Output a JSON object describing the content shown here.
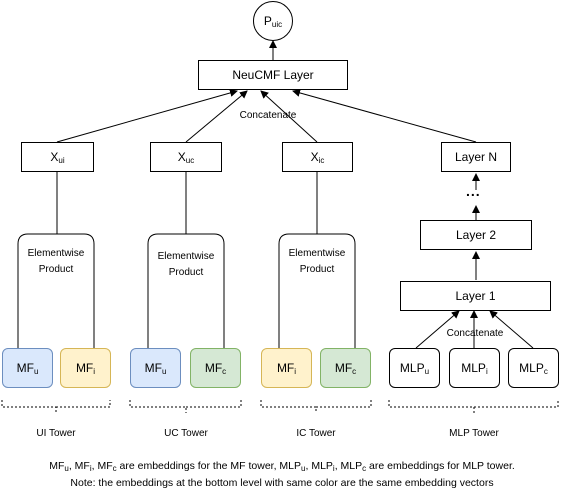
{
  "nodes": {
    "output": {
      "base": "P",
      "sub": "uic"
    },
    "neucmf_layer": {
      "label": "NeuCMF Layer"
    },
    "x_ui": {
      "base": "X",
      "sub": "ui"
    },
    "x_uc": {
      "base": "X",
      "sub": "uc"
    },
    "x_ic": {
      "base": "X",
      "sub": "ic"
    },
    "layer_n": {
      "label": "Layer N"
    },
    "layer_2": {
      "label": "Layer 2"
    },
    "layer_1": {
      "label": "Layer 1"
    },
    "mf_u_ui": {
      "base": "MF",
      "sub": "u"
    },
    "mf_i_ui": {
      "base": "MF",
      "sub": "i"
    },
    "mf_u_uc": {
      "base": "MF",
      "sub": "u"
    },
    "mf_c_uc": {
      "base": "MF",
      "sub": "c"
    },
    "mf_i_ic": {
      "base": "MF",
      "sub": "i"
    },
    "mf_c_ic": {
      "base": "MF",
      "sub": "c"
    },
    "mlp_u": {
      "base": "MLP",
      "sub": "u"
    },
    "mlp_i": {
      "base": "MLP",
      "sub": "i"
    },
    "mlp_c": {
      "base": "MLP",
      "sub": "c"
    }
  },
  "labels": {
    "concatenate_top": "Concatenate",
    "concatenate_mlp": "Concatenate",
    "elementwise": "Elementwise",
    "product": "Product",
    "dots": "..."
  },
  "towers": {
    "ui": "UI Tower",
    "uc": "UC Tower",
    "ic": "IC Tower",
    "mlp": "MLP Tower"
  },
  "footnote": {
    "line1": [
      {
        "t": "MF"
      },
      {
        "s": "u"
      },
      {
        "t": ", MF"
      },
      {
        "s": "i"
      },
      {
        "t": ", MF"
      },
      {
        "s": "c"
      },
      {
        "t": " are embeddings for the MF tower, MLP"
      },
      {
        "s": "u"
      },
      {
        "t": ", MLP"
      },
      {
        "s": "i"
      },
      {
        "t": ", MLP"
      },
      {
        "s": "c"
      },
      {
        "t": " are embeddings for MLP tower."
      }
    ],
    "line2": "Note: the embeddings at the bottom level with same color are the same embedding vectors"
  },
  "colors": {
    "user_fill": "#dae8fc",
    "user_stroke": "#6c8ebf",
    "item_fill": "#fff2cc",
    "item_stroke": "#d6b656",
    "context_fill": "#d5e8d4",
    "context_stroke": "#82b366"
  }
}
